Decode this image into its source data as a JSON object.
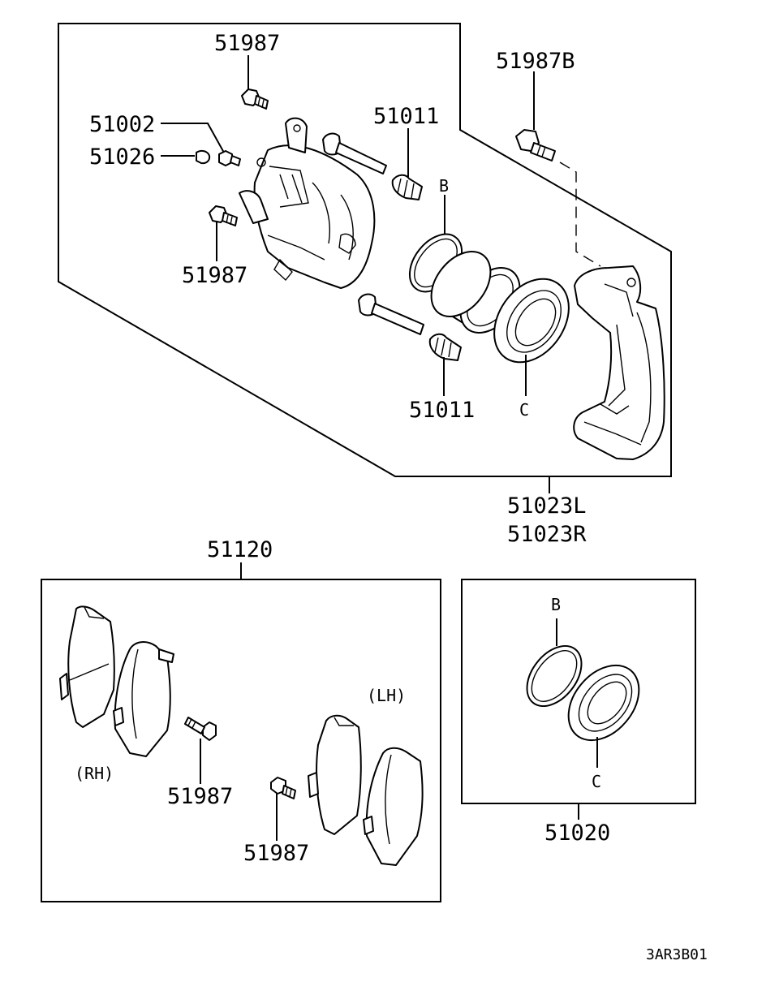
{
  "diagram": {
    "labels": {
      "p51987_top": "51987",
      "p51987b": "51987B",
      "p51002": "51002",
      "p51026": "51026",
      "p51011_top": "51011",
      "p51987_left": "51987",
      "p51011_bottom": "51011",
      "b_upper": "B",
      "c_upper": "C",
      "p51023l": "51023L",
      "p51023r": "51023R",
      "p51120": "51120",
      "lh": "(LH)",
      "rh": "(RH)",
      "p51987_rh": "51987",
      "p51987_lh": "51987",
      "b_lower": "B",
      "c_lower": "C",
      "p51020": "51020",
      "drawing_code": "3AR3B01"
    }
  }
}
